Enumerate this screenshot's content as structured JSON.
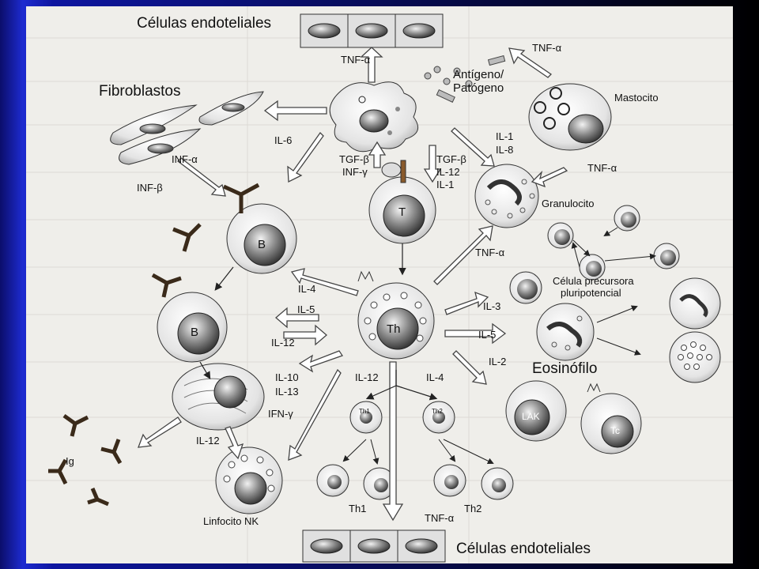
{
  "labels": {
    "endo_top": "Células endoteliales",
    "endo_bottom": "Células endoteliales",
    "fibroblastos": "Fibroblastos",
    "antigeno_line1": "Antígeno/",
    "antigeno_line2": "Patógeno",
    "mastocito": "Mastocito",
    "granulocito": "Granulocito",
    "precursora_line1": "Célula precursora",
    "precursora_line2": "pluripotencial",
    "eosinofilo": "Eosinófilo",
    "linfocito_nk": "Linfocito NK",
    "ig": "Ig",
    "th1": "Th1",
    "th2": "Th2",
    "b1": "B",
    "b2": "B",
    "t": "T",
    "th": "Th",
    "lak": "LAK",
    "tc": "Tc",
    "th1_small": "Th1",
    "th2_small": "Th2"
  },
  "cytokines": {
    "tnf_top": "TNF-α",
    "tnf_mast": "TNF-α",
    "tnf_gran": "TNF-α",
    "tnf_th": "TNF-α",
    "tnf_bottom": "TNF-α",
    "il6": "IL-6",
    "inf_a": "INF-α",
    "inf_b": "INF-β",
    "tgf_left": "TGF-β",
    "inf_g": "INF-γ",
    "tgf_right": "TGF-β",
    "il12_t": "IL-12",
    "il1_t": "IL-1",
    "il1_top": "IL-1",
    "il8": "IL-8",
    "il4_b": "IL-4",
    "il5_b": "IL-5",
    "il12_b": "IL-12",
    "il3": "IL-3",
    "il5_r": "IL-5",
    "il10": "IL-10",
    "il13": "IL-13",
    "il12_mid": "IL-12",
    "il4_mid": "IL-4",
    "il2": "IL-2",
    "ifn_g": "IFN-γ",
    "il12_nk": "IL-12"
  }
}
